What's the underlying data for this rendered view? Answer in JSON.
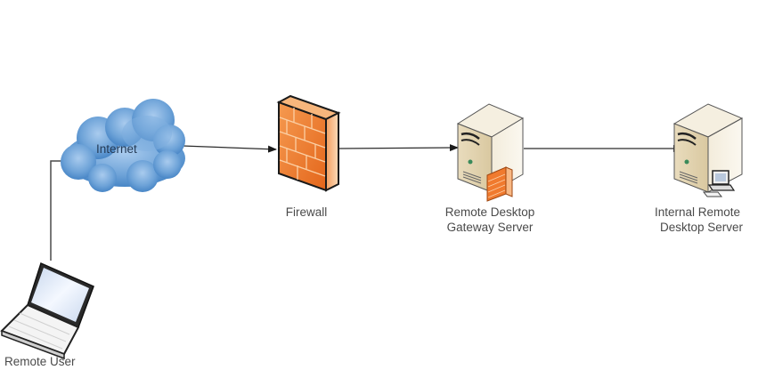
{
  "diagram": {
    "type": "network-topology",
    "nodes": [
      {
        "id": "remote-user",
        "label": "Remote User",
        "icon": "laptop-icon"
      },
      {
        "id": "internet",
        "label": "Internet",
        "icon": "cloud-icon"
      },
      {
        "id": "firewall",
        "label": "Firewall",
        "icon": "firewall-icon"
      },
      {
        "id": "rd-gateway",
        "label_lines": [
          "Remote Desktop",
          "Gateway Server"
        ],
        "icon": "server-with-firewall-icon"
      },
      {
        "id": "internal-rd",
        "label_lines": [
          "Internal Remote",
          "Desktop Server"
        ],
        "icon": "server-with-workstation-icon"
      }
    ],
    "edges": [
      {
        "from": "remote-user",
        "to": "internet",
        "arrow": false
      },
      {
        "from": "internet",
        "to": "firewall",
        "arrow": true
      },
      {
        "from": "firewall",
        "to": "rd-gateway",
        "arrow": true
      },
      {
        "from": "rd-gateway",
        "to": "internal-rd",
        "arrow": true
      }
    ]
  },
  "colors": {
    "cloud": "#5b95cf",
    "firewall": "#f07a2e",
    "server": "#ece3cc",
    "connector": "#3c3c3c",
    "label_text": "#4a4a4a"
  }
}
